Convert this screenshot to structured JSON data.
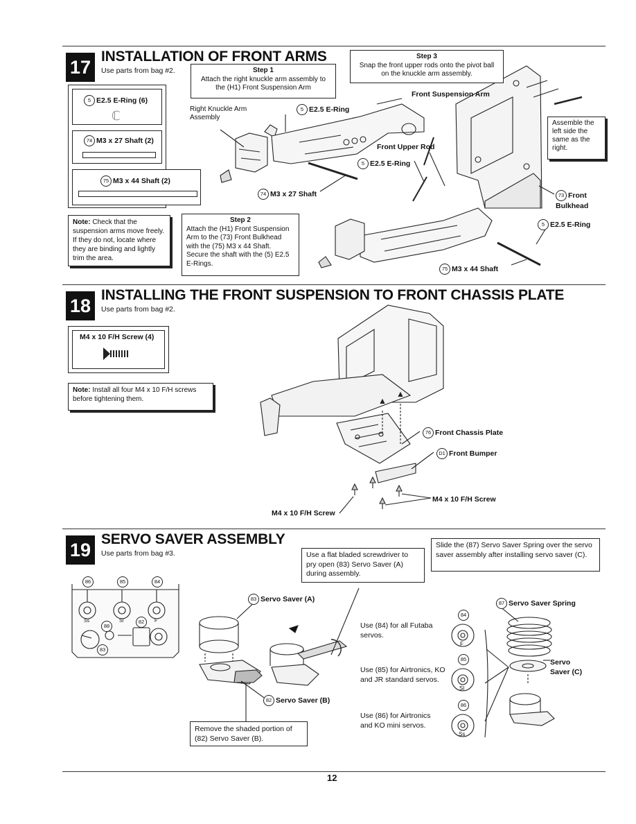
{
  "page_number": "12",
  "s17": {
    "num": "17",
    "title": "INSTALLATION OF FRONT ARMS",
    "bag": "Use parts from bag #2.",
    "parts": [
      {
        "num": "5",
        "label": "E2.5 E-Ring (6)"
      },
      {
        "num": "74",
        "label": "M3 x 27 Shaft (2)"
      },
      {
        "num": "75",
        "label": "M3 x 44 Shaft (2)"
      }
    ],
    "note_label": "Note:",
    "note": "Check that the suspension arms move freely. If they do not, locate where they are binding and lightly trim the area.",
    "step1_title": "Step 1",
    "step1": "Attach the right knuckle arm assembly to the (H1) Front Suspension Arm",
    "step2_title": "Step 2",
    "step2": "Attach the (H1) Front Suspension Arm to the (73) Front Bulkhead with the (75) M3 x 44 Shaft. Secure the shaft with the (5) E2.5 E-Rings.",
    "step3_title": "Step 3",
    "step3": "Snap the front upper rods onto the pivot ball on the knuckle arm assembly.",
    "assemble": "Assemble the left side the same as the right.",
    "callouts": {
      "right_knuckle": "Right Knuckle Arm Assembly",
      "ering_a": "E2.5 E-Ring",
      "front_susp_arm": "Front Suspension Arm",
      "front_upper_rod": "Front Upper Rod",
      "ering_b": "E2.5 E-Ring",
      "m3x27": "M3 x 27 Shaft",
      "front_bulkhead": "Front Bulkhead",
      "ering_c": "E2.5 E-Ring",
      "m3x44": "M3 x 44 Shaft"
    },
    "callout_nums": {
      "ering_a": "5",
      "ering_b": "5",
      "m3x27": "74",
      "front_bulkhead": "73",
      "ering_c": "5",
      "m3x44": "75"
    }
  },
  "s18": {
    "num": "18",
    "title": "INSTALLING THE FRONT SUSPENSION TO FRONT CHASSIS PLATE",
    "bag": "Use parts from bag #2.",
    "part": "M4 x 10 F/H Screw (4)",
    "note_label": "Note:",
    "note": "Install all four M4 x 10 F/H screws before tightening them.",
    "callouts": {
      "chassis_plate": "Front Chassis Plate",
      "bumper": "Front Bumper",
      "screw_right": "M4 x 10 F/H Screw",
      "screw_left": "M4 x 10 F/H Screw"
    },
    "callout_nums": {
      "chassis_plate": "76",
      "bumper": "D1"
    }
  },
  "s19": {
    "num": "19",
    "title": "SERVO SAVER ASSEMBLY",
    "bag": "Use parts from bag #3.",
    "box_pry": "Use a flat bladed screwdriver to pry open (83) Servo Saver (A) during assembly.",
    "box_spring": "Slide the (87) Servo Saver Spring over the servo saver assembly after installing servo saver (C).",
    "box_remove": "Remove the shaded portion of (82) Servo Saver (B).",
    "tree_nums": [
      "86",
      "85",
      "84",
      "88",
      "82",
      "83"
    ],
    "tree_marks": [
      "Ss",
      "Sl",
      "F"
    ],
    "callouts": {
      "saver_a": "Servo Saver (A)",
      "saver_b": "Servo Saver (B)",
      "spring": "Servo Saver Spring",
      "saver_c": "Servo Saver (C)"
    },
    "callout_nums": {
      "saver_a": "83",
      "saver_b": "82",
      "spring": "87"
    },
    "use84": "Use (84) for all Futaba servos.",
    "use85": "Use (85) for Airtronics, KO and JR standard servos.",
    "use86": "Use (86) for Airtronics and KO mini servos.",
    "horn_nums": [
      "84",
      "85",
      "86"
    ],
    "horn_marks": [
      "F",
      "Sl",
      "Ss"
    ]
  }
}
